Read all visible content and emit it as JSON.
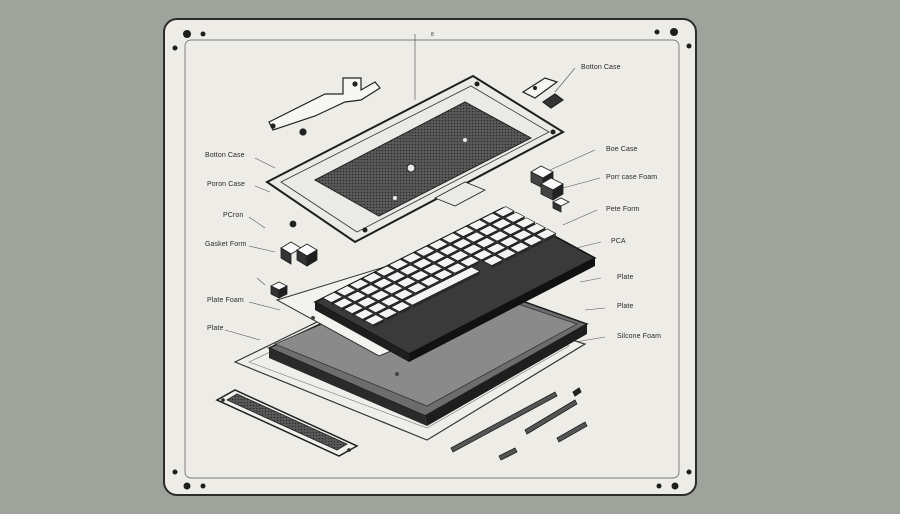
{
  "top_marker": "8",
  "labels": [
    {
      "id": "bottom-case-top-right",
      "text": "Botton Case"
    },
    {
      "id": "bottom-case-left",
      "text": "Botton Case"
    },
    {
      "id": "boe-case",
      "text": "Boe Case"
    },
    {
      "id": "poron-case-left",
      "text": "Poron Case"
    },
    {
      "id": "porr-case-foam",
      "text": "Porr case Foam"
    },
    {
      "id": "pcron",
      "text": "PCron"
    },
    {
      "id": "pete-form",
      "text": "Pete Form"
    },
    {
      "id": "gasket-form",
      "text": "Gasket Form"
    },
    {
      "id": "pca",
      "text": "PCA"
    },
    {
      "id": "plate-right-1",
      "text": "Plate"
    },
    {
      "id": "plate-form",
      "text": "Plate Foam"
    },
    {
      "id": "plate-right-2",
      "text": "Plate"
    },
    {
      "id": "plate-left",
      "text": "Plate"
    },
    {
      "id": "silicone-foam",
      "text": "Silcone Foam"
    }
  ],
  "colors": {
    "background": "#9ea39c",
    "sheet": "#eeece6",
    "ink": "#2a2a2a",
    "keycap": "#f4f4f2"
  }
}
